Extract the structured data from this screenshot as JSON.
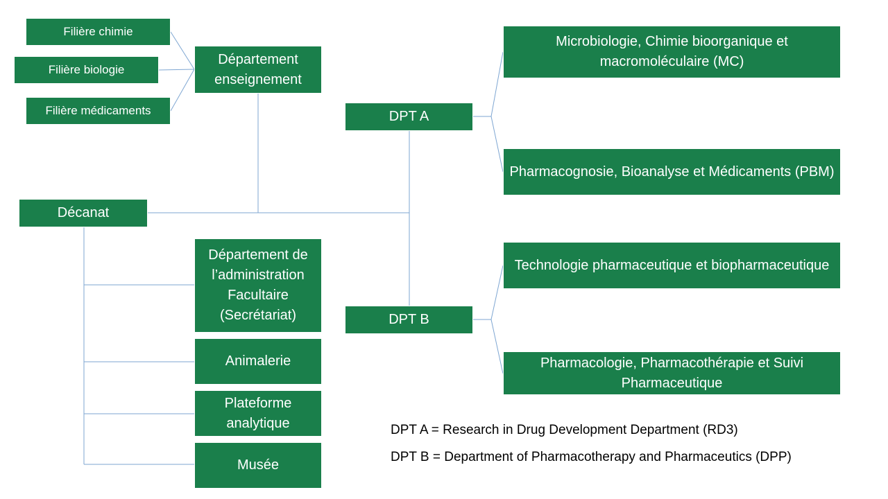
{
  "colors": {
    "box_fill": "#1a7f4b",
    "box_text": "#ffffff",
    "connector": "#7ea6d2"
  },
  "filieres": {
    "chimie": "Filière chimie",
    "biologie": "Filière biologie",
    "medicaments": "Filière médicaments"
  },
  "departement_enseignement": "Département enseignement",
  "decanat": "Décanat",
  "dpt_a": {
    "label": "DPT A",
    "units": [
      "Microbiologie, Chimie bioorganique et macromoléculaire (MC)",
      "Pharmacognosie, Bioanalyse et Médicaments (PBM)"
    ]
  },
  "dpt_b": {
    "label": "DPT B",
    "units": [
      "Technologie pharmaceutique et biopharmaceutique",
      "Pharmacologie, Pharmacothérapie et Suivi Pharmaceutique"
    ]
  },
  "services": {
    "administration": "Département de l’administration Facultaire (Secrétariat)",
    "animalerie": "Animalerie",
    "plateforme": "Plateforme analytique",
    "musee": "Musée"
  },
  "legend": {
    "dpt_a": "DPT A = Research in Drug Development Department (RD3)",
    "dpt_b": "DPT B = Department of Pharmacotherapy and Pharmaceutics (DPP)"
  }
}
